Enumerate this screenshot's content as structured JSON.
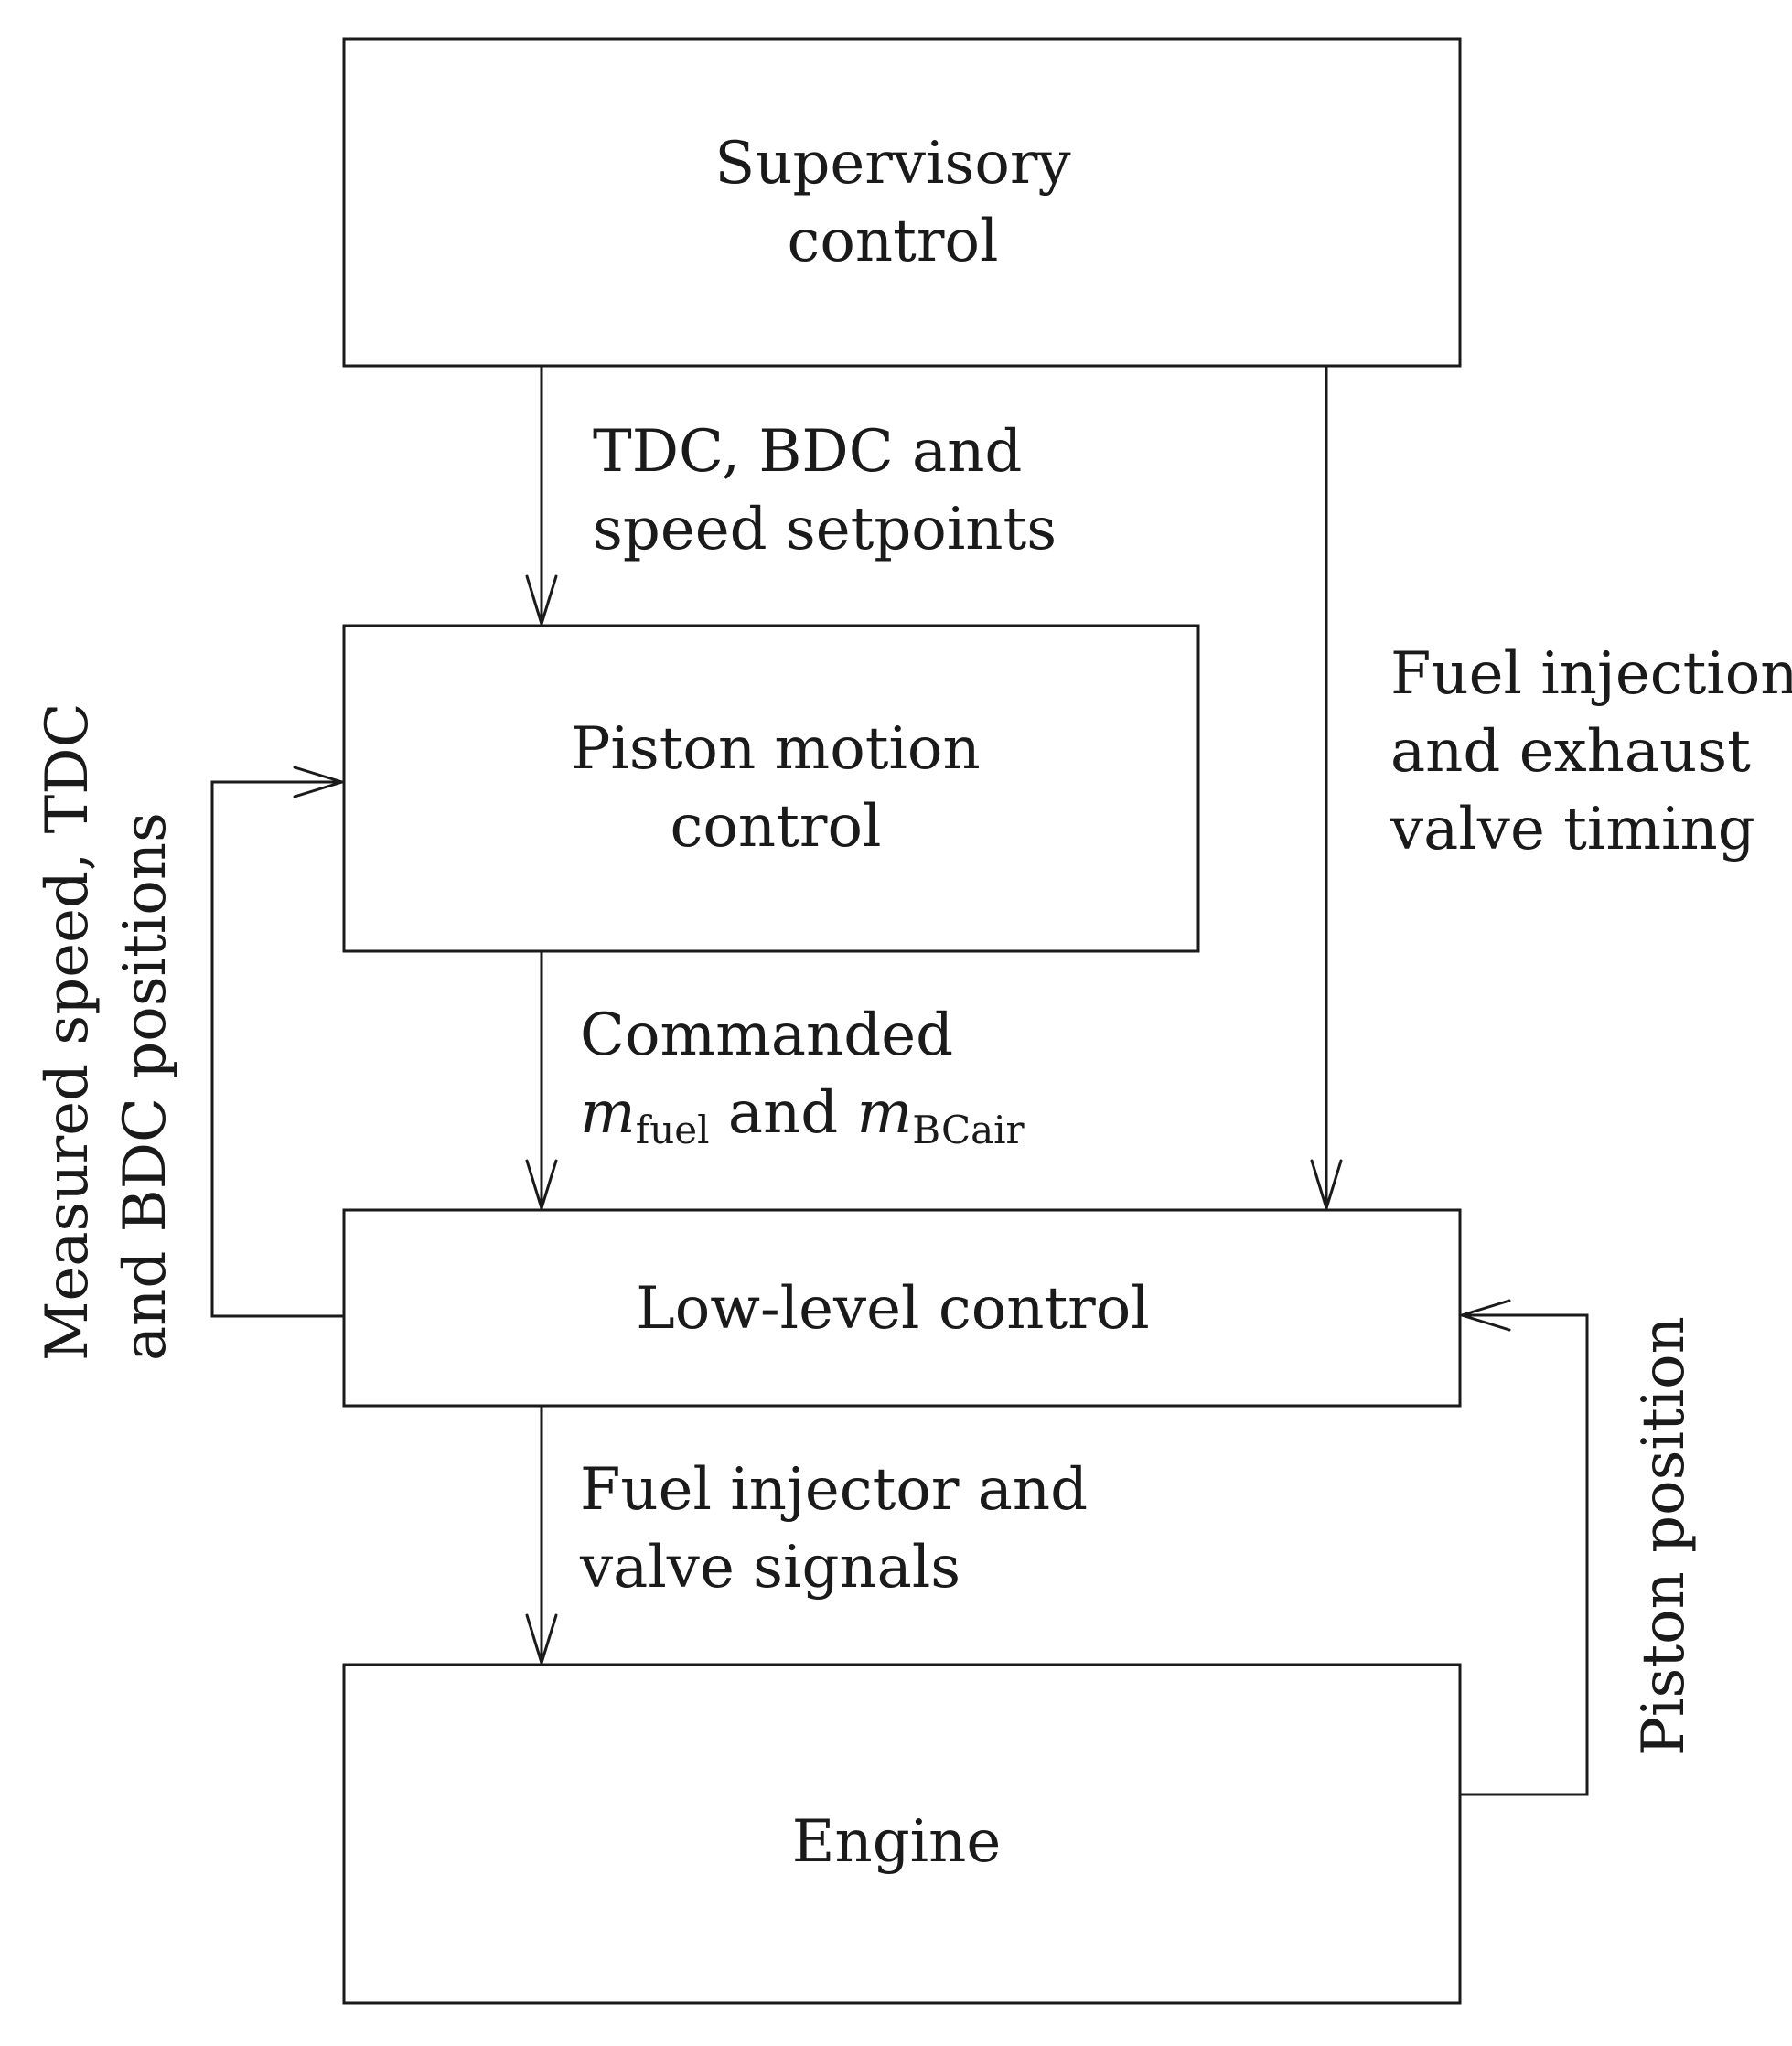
{
  "colors": {
    "stroke": "#1a1a1a",
    "background": "#ffffff"
  },
  "blocks": {
    "supervisory": {
      "line1": "Supervisory",
      "line2": "control"
    },
    "piston_motion": {
      "line1": "Piston motion",
      "line2": "control"
    },
    "low_level": {
      "line1": "Low-level control"
    },
    "engine": {
      "line1": "Engine"
    }
  },
  "signals": {
    "setpoints": {
      "line1": "TDC, BDC and",
      "line2": "speed setpoints"
    },
    "commanded": {
      "line1": "Commanded",
      "m1": "m",
      "m1_sub": "fuel",
      "and": " and ",
      "m2": "m",
      "m2_sub": "BCair"
    },
    "actuator": {
      "line1": "Fuel injector and",
      "line2": "valve signals"
    },
    "timing": {
      "line1": "Fuel injection",
      "line2": "and exhaust",
      "line3": "valve timing"
    },
    "feedback": {
      "line1": "Measured speed, TDC",
      "line2": "and BDC positions"
    },
    "piston_position": {
      "line1": "Piston position"
    }
  }
}
